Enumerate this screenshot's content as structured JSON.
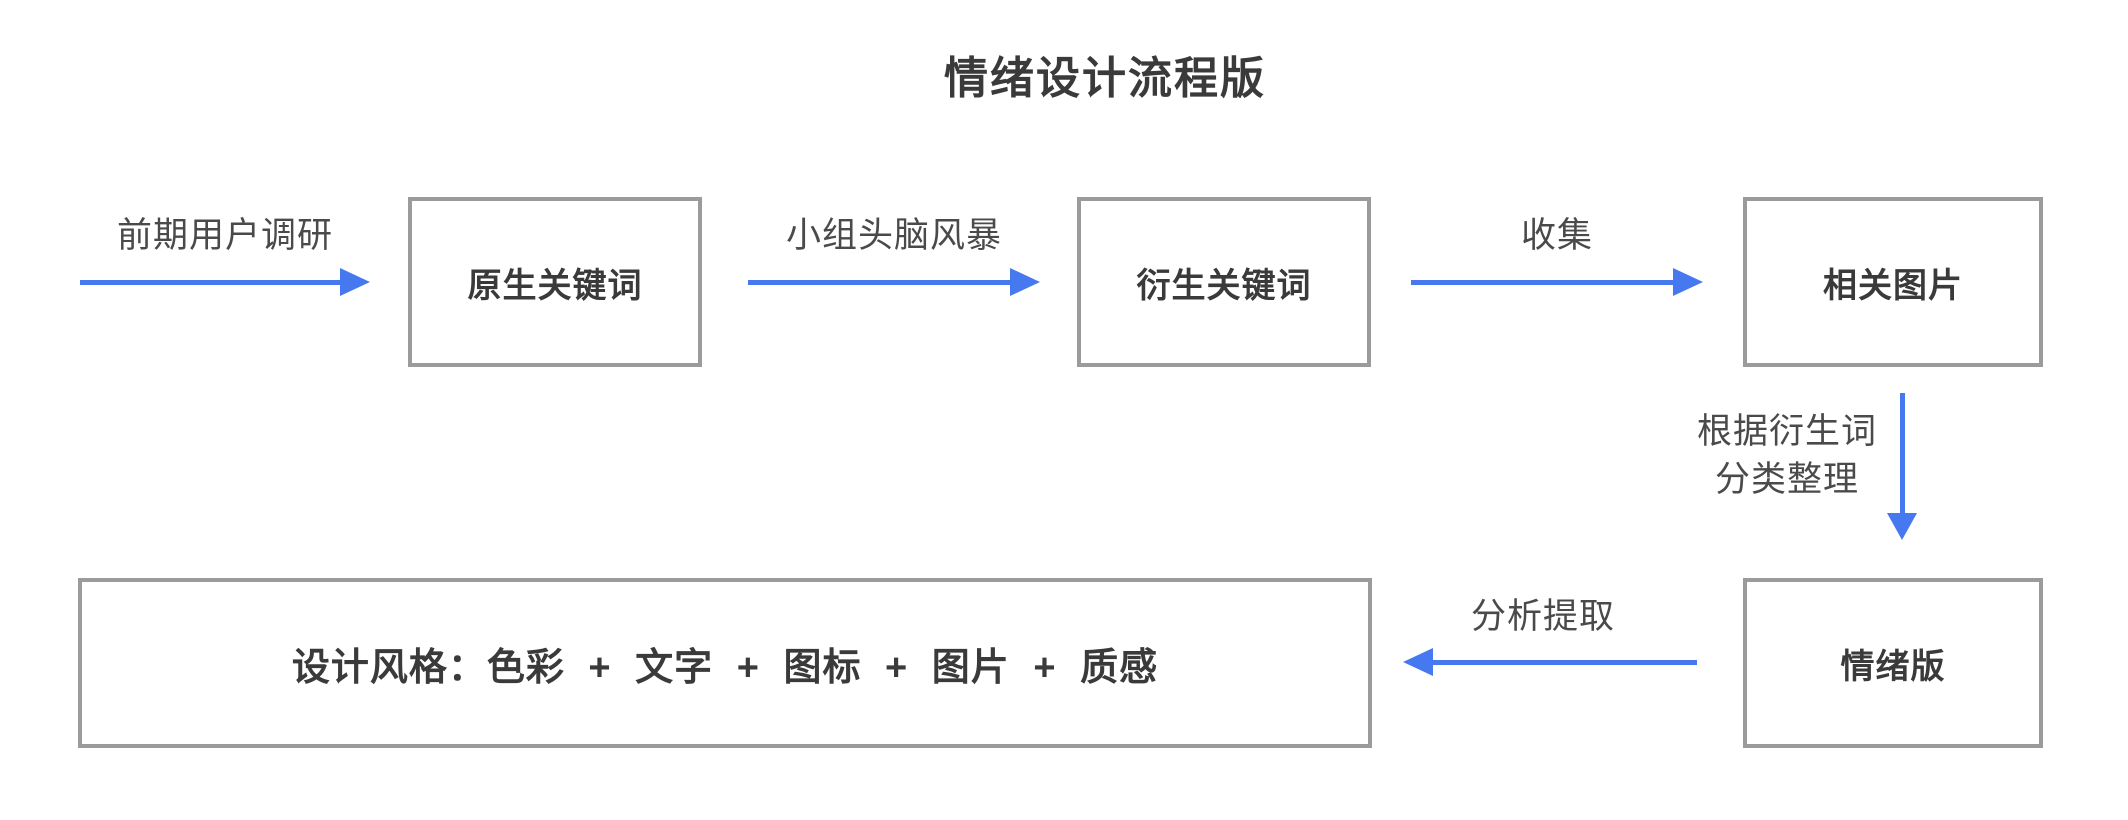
{
  "diagram": {
    "title": "情绪设计流程版",
    "boxes": [
      {
        "id": "origin-keywords",
        "label": "原生关键词"
      },
      {
        "id": "derived-keywords",
        "label": "衍生关键词"
      },
      {
        "id": "related-images",
        "label": "相关图片"
      },
      {
        "id": "mood-board",
        "label": "情绪版"
      },
      {
        "id": "design-style",
        "label": "设计风格：色彩 + 文字 + 图标 + 图片 + 质感"
      }
    ],
    "arrows": [
      {
        "id": "user-research",
        "label": "前期用户调研",
        "direction": "right"
      },
      {
        "id": "brainstorm",
        "label": "小组头脑风暴",
        "direction": "right"
      },
      {
        "id": "collect",
        "label": "收集",
        "direction": "right"
      },
      {
        "id": "classify",
        "label_line1": "根据衍生词",
        "label_line2": "分类整理",
        "direction": "down"
      },
      {
        "id": "analyze",
        "label": "分析提取",
        "direction": "left"
      }
    ],
    "colors": {
      "arrow_blue": "#4678F0",
      "box_border": "#9B9B9B",
      "heading_text": "#3A3A3A",
      "label_text": "#4A4A4A",
      "background": "#FFFFFF"
    }
  }
}
